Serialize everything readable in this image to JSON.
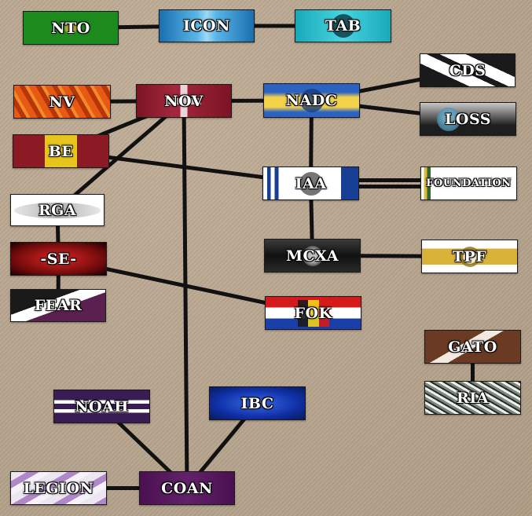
{
  "nodes": [
    {
      "id": "nto",
      "label": "NTO"
    },
    {
      "id": "icon",
      "label": "ICON"
    },
    {
      "id": "tab",
      "label": "TAB"
    },
    {
      "id": "cds",
      "label": "CDS"
    },
    {
      "id": "nv",
      "label": "NV"
    },
    {
      "id": "nov",
      "label": "NOV"
    },
    {
      "id": "nadc",
      "label": "NADC"
    },
    {
      "id": "loss",
      "label": "LOSS"
    },
    {
      "id": "be",
      "label": "BE"
    },
    {
      "id": "iaa",
      "label": "IAA"
    },
    {
      "id": "foundation",
      "label": "FOUNDATION"
    },
    {
      "id": "rga",
      "label": "RGA"
    },
    {
      "id": "se",
      "label": "-SE-"
    },
    {
      "id": "mcxa",
      "label": "MCXA"
    },
    {
      "id": "tpf",
      "label": "TPF"
    },
    {
      "id": "fear",
      "label": "FEAR"
    },
    {
      "id": "fok",
      "label": "FOK"
    },
    {
      "id": "gato",
      "label": "GATO"
    },
    {
      "id": "ria",
      "label": "RIA"
    },
    {
      "id": "noah",
      "label": "NOAH"
    },
    {
      "id": "ibc",
      "label": "IBC"
    },
    {
      "id": "legion",
      "label": "LEGION"
    },
    {
      "id": "coan",
      "label": "COAN"
    }
  ],
  "edges": [
    {
      "from": "nto",
      "to": "icon"
    },
    {
      "from": "icon",
      "to": "tab"
    },
    {
      "from": "nv",
      "to": "nov"
    },
    {
      "from": "nov",
      "to": "nadc"
    },
    {
      "from": "nadc",
      "to": "cds"
    },
    {
      "from": "nadc",
      "to": "loss"
    },
    {
      "from": "nadc",
      "to": "iaa"
    },
    {
      "from": "nov",
      "to": "be"
    },
    {
      "from": "nov",
      "to": "rga"
    },
    {
      "from": "nov",
      "to": "coan"
    },
    {
      "from": "be",
      "to": "iaa"
    },
    {
      "from": "iaa",
      "to": "foundation",
      "style": "double"
    },
    {
      "from": "iaa",
      "to": "mcxa"
    },
    {
      "from": "mcxa",
      "to": "tpf"
    },
    {
      "from": "rga",
      "to": "se"
    },
    {
      "from": "se",
      "to": "fear"
    },
    {
      "from": "se",
      "to": "fok"
    },
    {
      "from": "gato",
      "to": "ria"
    },
    {
      "from": "noah",
      "to": "coan"
    },
    {
      "from": "ibc",
      "to": "coan"
    },
    {
      "from": "legion",
      "to": "coan"
    }
  ],
  "colors": {
    "background": "#b9a58c",
    "edge": "#111111",
    "label_fill": "#ffffff",
    "label_outline": "#000000"
  }
}
